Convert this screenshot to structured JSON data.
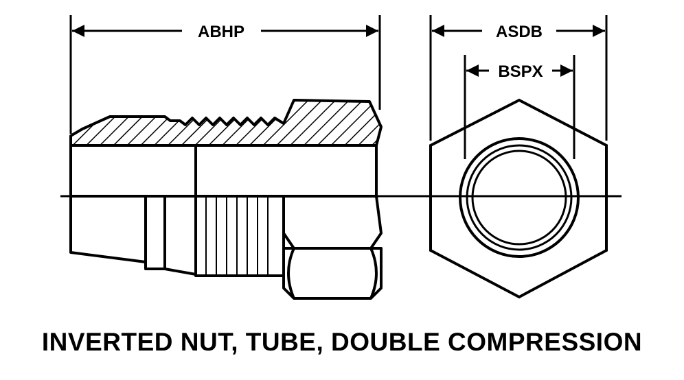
{
  "dimensions": {
    "overall_length": "ABHP",
    "across_flats": "ASDB",
    "bore": "BSPX"
  },
  "caption": "INVERTED NUT, TUBE, DOUBLE COMPRESSION",
  "colors": {
    "ink": "#000000",
    "paper": "#ffffff"
  }
}
